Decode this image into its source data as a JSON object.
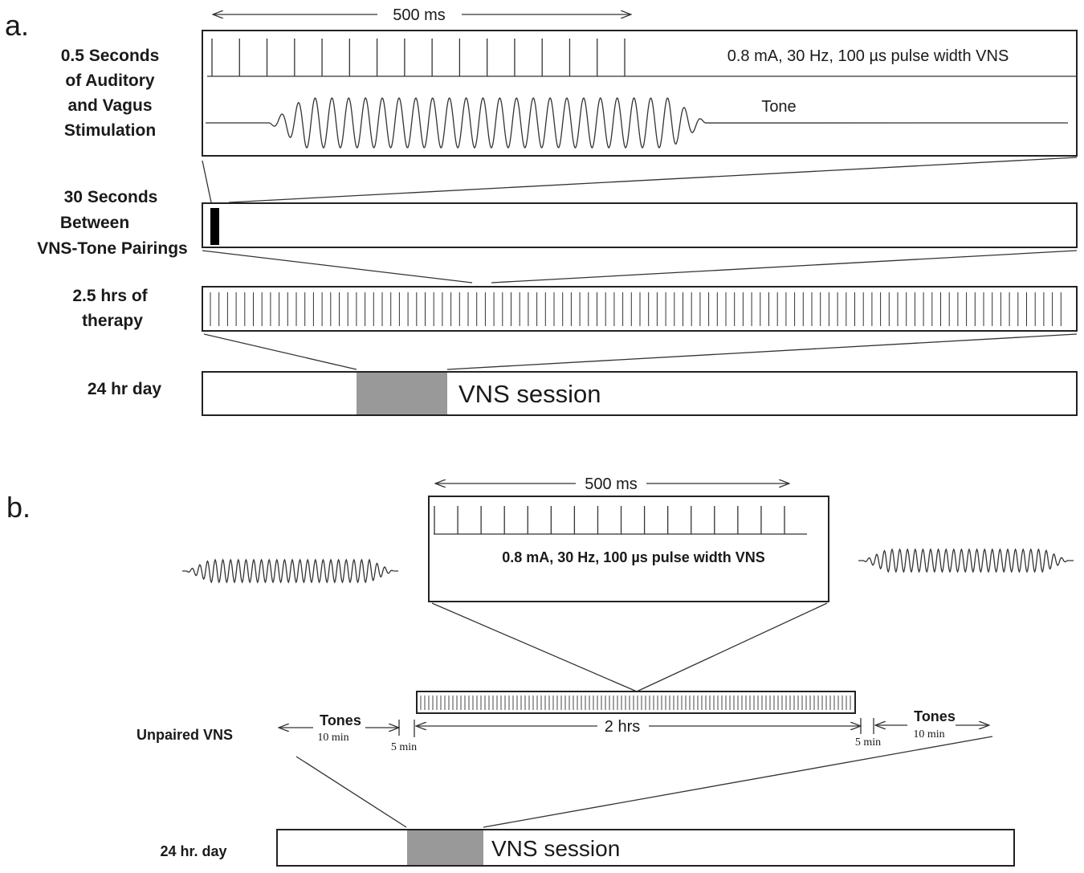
{
  "panel_a": {
    "letter": "a.",
    "duration_label": "500 ms",
    "stim_label_lines": [
      "0.5 Seconds",
      "of Auditory",
      "and Vagus",
      "Stimulation"
    ],
    "vns_params": "0.8 mA, 30 Hz, 100 µs pulse width VNS",
    "tone_label": "Tone",
    "between_label_lines": [
      "30 Seconds",
      "Between",
      "VNS-Tone Pairings"
    ],
    "therapy_label_lines": [
      "2.5 hrs of",
      "therapy"
    ],
    "day_label": "24 hr day",
    "session_label": "VNS session"
  },
  "panel_b": {
    "letter": "b.",
    "duration_label": "500 ms",
    "vns_params": "0.8 mA, 30 Hz, 100 µs pulse width VNS",
    "unpaired_label": "Unpaired VNS",
    "tones_left_label": "Tones",
    "tones_left_duration": "10 min",
    "gap_left": "5 min",
    "main_duration": "2 hrs",
    "gap_right": "5 min",
    "tones_right_label": "Tones",
    "tones_right_duration": "10 min",
    "day_label": "24 hr. day",
    "session_label": "VNS session"
  },
  "colors": {
    "ink": "#1a1a1a",
    "session_fill": "#999999",
    "pulse_marker": "#000000"
  }
}
